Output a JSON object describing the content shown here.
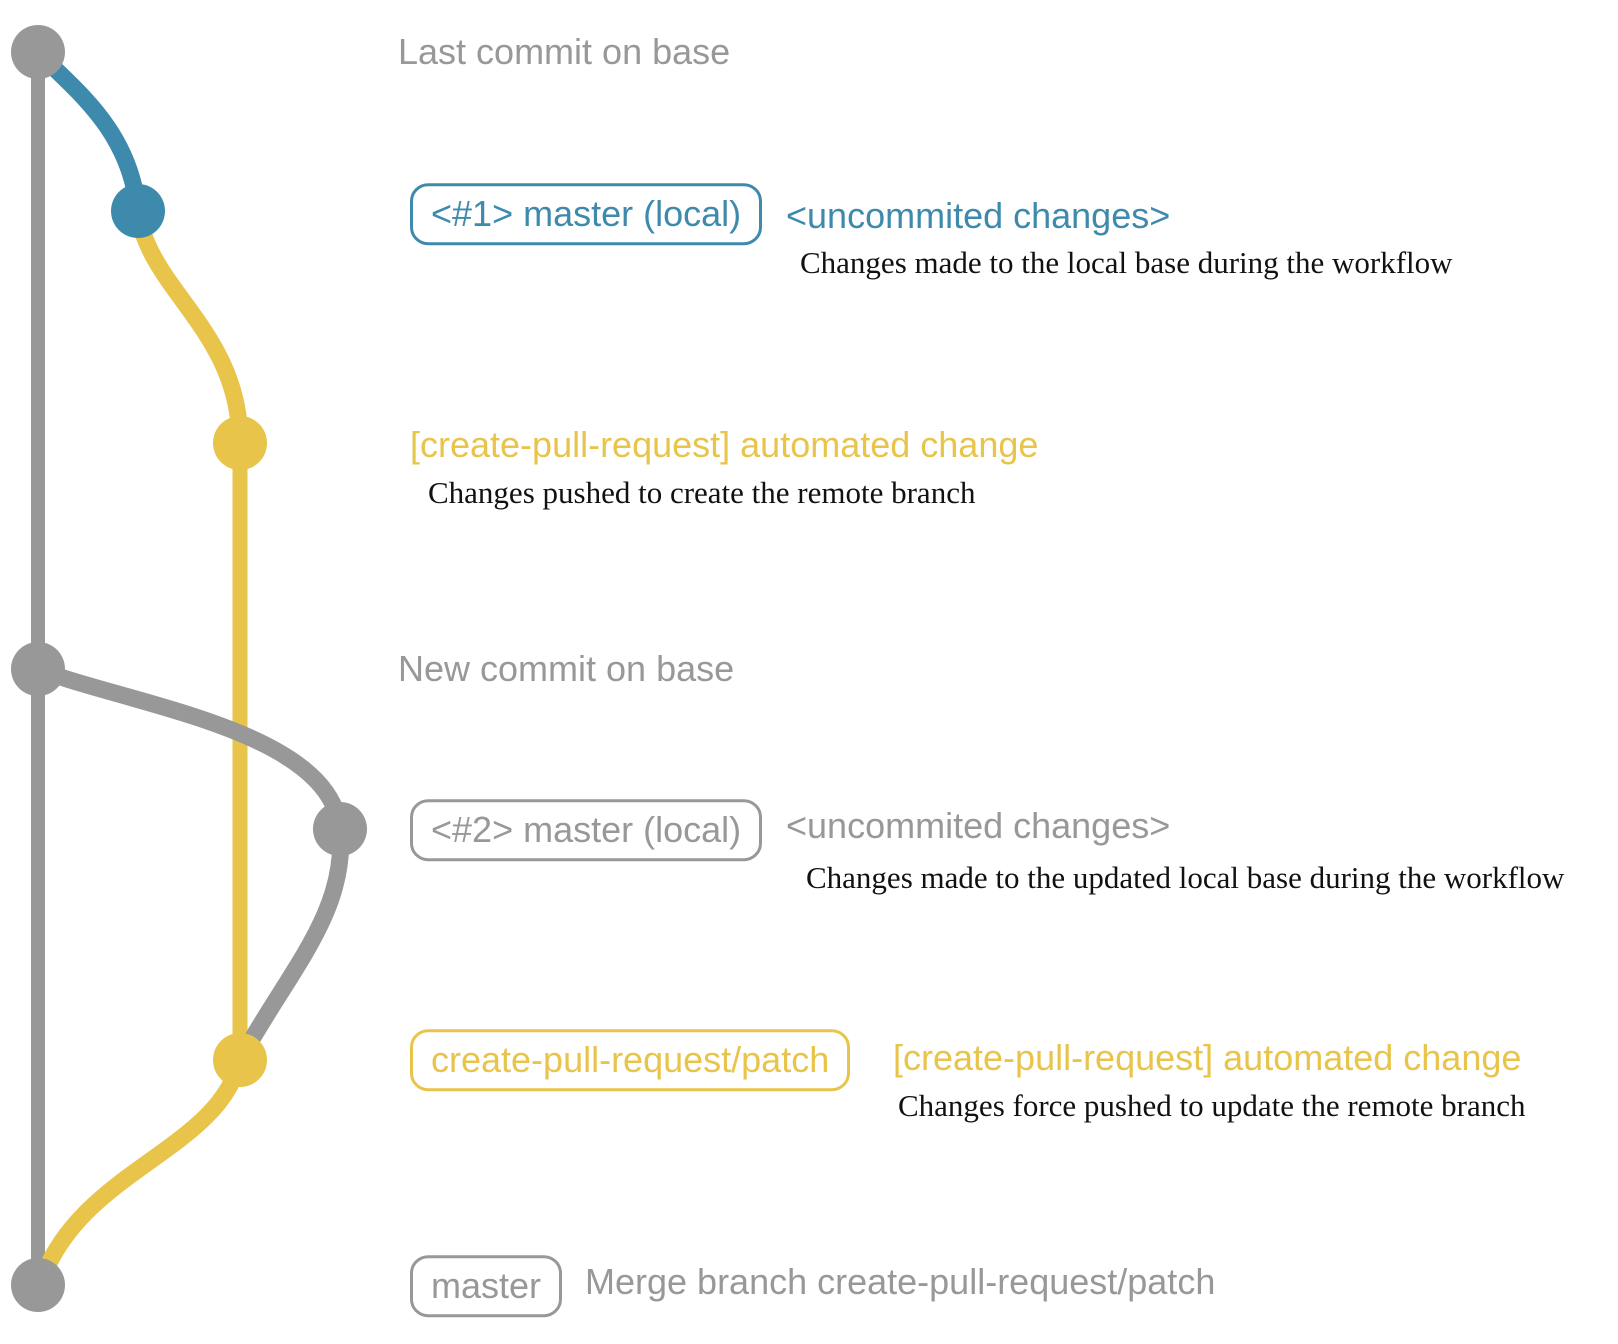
{
  "colors": {
    "gray": "#989898",
    "blue": "#3d8aad",
    "yellow": "#e8c44b",
    "annotation": "#111111"
  },
  "rows": {
    "last_commit": {
      "message": "Last commit on base"
    },
    "local_master_1": {
      "badge": "<#1> master (local)",
      "message": "<uncommited changes>",
      "annotation": "Changes made to the local base during the workflow"
    },
    "remote_patch_1": {
      "message": "[create-pull-request] automated change",
      "annotation": "Changes pushed to create the remote branch"
    },
    "new_commit": {
      "message": "New commit on base"
    },
    "local_master_2": {
      "badge": "<#2> master (local)",
      "message": "<uncommited changes>",
      "annotation": "Changes made to the updated local base during the workflow"
    },
    "remote_patch_2": {
      "badge": "create-pull-request/patch",
      "message": "[create-pull-request] automated change",
      "annotation": "Changes force pushed to update the remote branch"
    },
    "merge_commit": {
      "badge": "master",
      "message": "Merge branch create-pull-request/patch"
    }
  }
}
